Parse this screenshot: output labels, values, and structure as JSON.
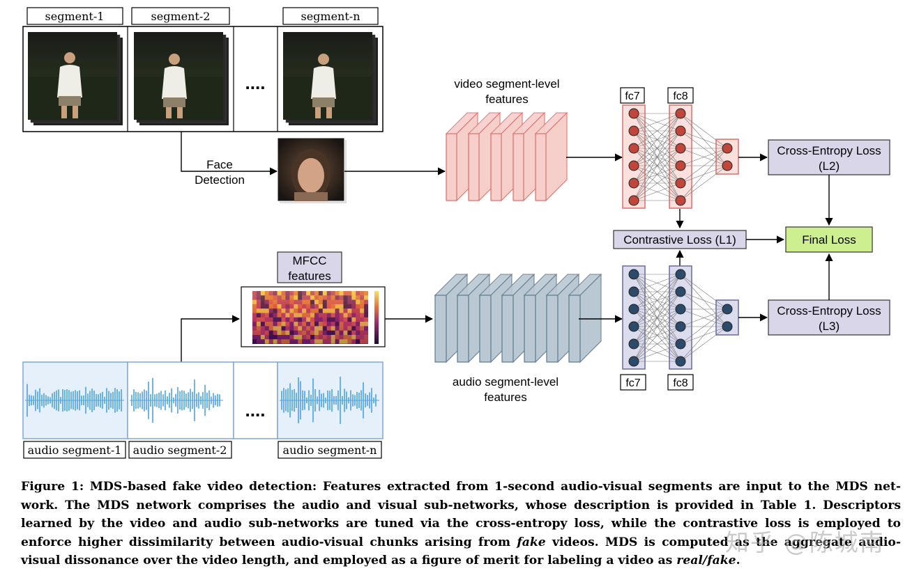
{
  "segments": {
    "video_labels": [
      "segment-1",
      "segment-2",
      "segment-n"
    ],
    "audio_labels": [
      "audio segment-1",
      "audio segment-2",
      "audio segment-n"
    ],
    "ellipsis": "...."
  },
  "labels": {
    "face_detection_line1": "Face",
    "face_detection_line2": "Detection",
    "video_features_line1": "video segment-level",
    "video_features_line2": "features",
    "audio_features_line1": "audio segment-level",
    "audio_features_line2": "features",
    "mfcc_line1": "MFCC",
    "mfcc_line2": "features",
    "fc7_top": "fc7",
    "fc8_top": "fc8",
    "fc7_bottom": "fc7",
    "fc8_bottom": "fc8"
  },
  "losses": {
    "ce_l2_line1": "Cross-Entropy Loss",
    "ce_l2_line2": "(L2)",
    "ce_l3_line1": "Cross-Entropy Loss",
    "ce_l3_line2": "(L3)",
    "contrastive": "Contrastive Loss (L1)",
    "final": "Final Loss"
  },
  "caption": {
    "prefix": "Figure 1: MDS-based fake video detection: Features extracted from 1-second audio-visual segments are input to the MDS net-work. The MDS network comprises the audio and visual sub-networks, whose description is provided in Table 1. Descriptors learned by the video and audio sub-networks are tuned via the cross-entropy loss, while the contrastive loss is employed to enforce higher dissimilarity between audio-visual chunks arising from ",
    "fake_word": "fake",
    "middle": " videos. MDS is computed as the aggregate audio-visual dissonance over the video length, and employed as a figure of merit for labeling a video as ",
    "real_fake": "real/fake",
    "end": "."
  },
  "watermark": "知乎 @陈城南",
  "colors": {
    "video_block_fill": "#f6cfcb",
    "video_block_stroke": "#d9706a",
    "video_node": "#c0453b",
    "audio_block_fill": "#b9c8d3",
    "audio_block_stroke": "#5f7a8d",
    "audio_node": "#2c4a6a",
    "loss_box": "#d9d6ea",
    "final_box": "#cdef8f",
    "waveform": "#4aa3e0",
    "audio_panel": "#e6f0fb"
  }
}
